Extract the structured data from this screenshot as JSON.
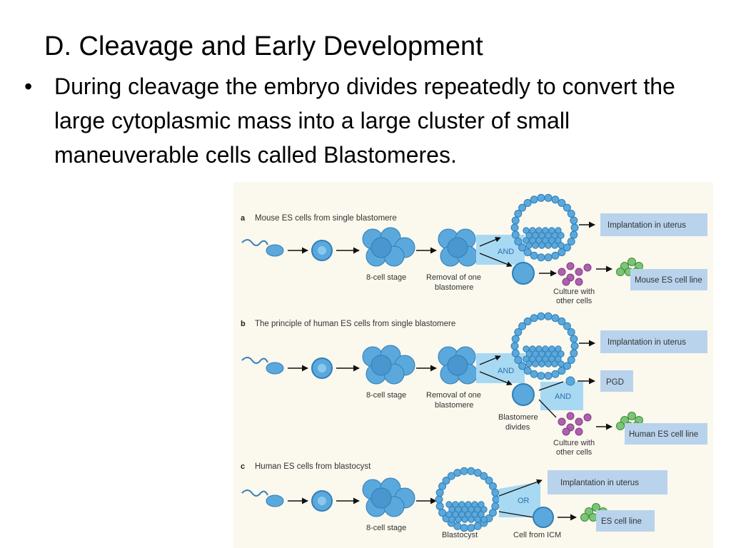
{
  "slide": {
    "title": "D. Cleavage and Early Development",
    "bullet_symbol": "•",
    "bullet_text": "During cleavage the embryo divides repeatedly to convert the large cytoplasmic mass into a large cluster of small maneuverable cells called Blastomeres."
  },
  "figure": {
    "colors": {
      "background": "#fbf8ee",
      "cell_fill": "#5ba8dc",
      "cell_dark": "#2f7fb8",
      "purple_cell": "#b05fb0",
      "green_cell": "#7cc576",
      "box_fill": "#b9d3ec",
      "band_fill": "#a8d9f2",
      "and_text": "#2c6eb0"
    },
    "panel_a": {
      "letter": "a",
      "title": "Mouse ES cells from single blastomere",
      "label_8cell": "8-cell stage",
      "label_removal_1": "Removal of one",
      "label_removal_2": "blastomere",
      "and_label": "AND",
      "box_implantation": "Implantation in uterus",
      "culture_1": "Culture with",
      "culture_2": "other cells",
      "box_cell_line": "Mouse ES cell line"
    },
    "panel_b": {
      "letter": "b",
      "title": "The principle of human ES cells from single blastomere",
      "label_8cell": "8-cell stage",
      "label_removal_1": "Removal of one",
      "label_removal_2": "blastomere",
      "and_label": "AND",
      "and_label_2": "AND",
      "box_implantation": "Implantation in uterus",
      "box_pgd": "PGD",
      "blastomere_divides_1": "Blastomere",
      "blastomere_divides_2": "divides",
      "culture_1": "Culture with",
      "culture_2": "other cells",
      "box_cell_line": "Human ES cell line"
    },
    "panel_c": {
      "letter": "c",
      "title": "Human ES cells from blastocyst",
      "label_8cell": "8-cell stage",
      "label_blastocyst": "Blastocyst",
      "or_label": "OR",
      "box_implantation": "Implantation in uterus",
      "label_icm": "Cell from ICM",
      "box_cell_line": "ES cell line"
    }
  }
}
